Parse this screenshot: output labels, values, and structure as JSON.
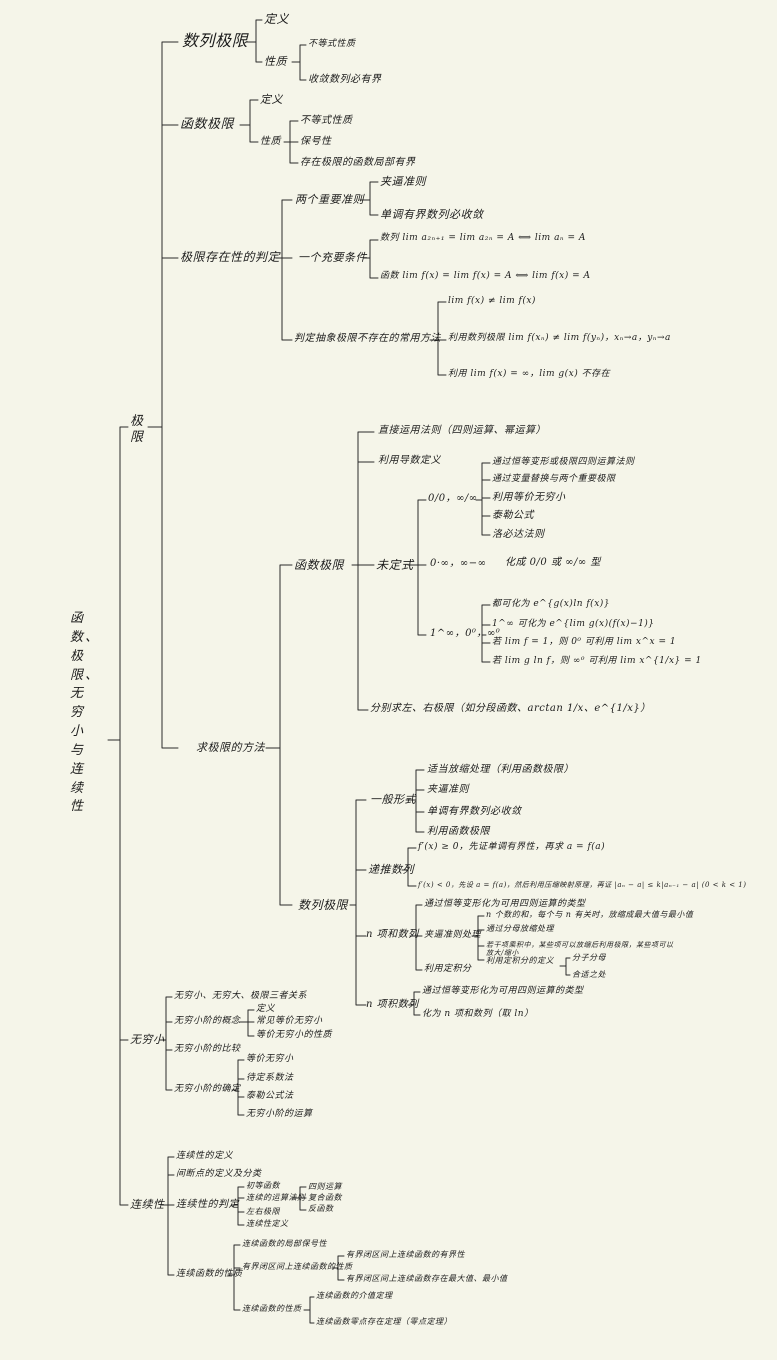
{
  "root": "函数、极限、无穷小与连续性",
  "nodes": {
    "limit": "极限",
    "seq_limit": "数列极限",
    "seq_def": "定义",
    "seq_prop": "性质",
    "seq_prop1": "不等式性质",
    "seq_prop2": "收敛数列必有界",
    "func_limit": "函数极限",
    "fl_def": "定义",
    "fl_prop": "性质",
    "fl_prop1": "不等式性质",
    "fl_prop2": "保号性",
    "fl_prop3": "存在极限的函数局部有界",
    "exist": "极限存在性的判定",
    "two_rules": "两个重要准则",
    "tr1": "夹逼准则",
    "tr2": "单调有界数列必收敛",
    "nec_suff": "一个充要条件",
    "ns_seq": "数列 lim a₂ₙ₊₁ = lim a₂ₙ = A ⟺ lim aₙ = A",
    "ns_func": "函数 lim f(x) = lim f(x) = A ⟺ lim f(x) = A",
    "nonexist": "判定抽象极限不存在的常用方法",
    "ne1": "lim f(x) ≠ lim f(x)",
    "ne2": "利用数列极限 lim f(xₙ) ≠ lim f(yₙ)，xₙ→a，yₙ→a",
    "ne3": "利用 lim f(x) = ∞，lim g(x) 不存在",
    "method": "求极限的方法",
    "fm": "函数极限",
    "fm1": "直接运用法则（四则运算、幂运算）",
    "fm2": "利用导数定义",
    "undet": "未定式",
    "zz": "0/0，∞/∞",
    "zz1": "通过恒等变形或极限四则运算法则",
    "zz2": "通过变量替换与两个重要极限",
    "zz3": "利用等价无穷小",
    "zz4": "泰勒公式",
    "zz5": "洛必达法则",
    "zi": "0·∞，∞−∞",
    "zi_note": "化成 0/0 或 ∞/∞ 型",
    "pw": "1^∞，0⁰，∞⁰",
    "pw1": "都可化为 e^{g(x)ln f(x)}",
    "pw2": "1^∞ 可化为 e^{lim g(x)(f(x)−1)}",
    "pw3": "若 lim f = 1，则 0⁰ 可利用 lim x^x = 1",
    "pw4": "若 lim g ln f，则 ∞⁰ 可利用 lim x^{1/x} = 1",
    "fm3": "分别求左、右极限（如分段函数、arctan 1/x、e^{1/x}）",
    "sm": "数列极限",
    "gen": "一般形式",
    "gen1": "适当放缩处理（利用函数极限）",
    "gen2": "夹逼准则",
    "gen3": "单调有界数列必收敛",
    "gen4": "利用函数极限",
    "rec": "递推数列",
    "rec1": "f′(x) ≥ 0，先证单调有界性，再求 a = f(a)",
    "rec2": "f′(x) < 0，先设 a = f(a)，然后利用压缩映射原理，再证 |aₙ − a| ≤ k|aₙ₋₁ − a| (0 < k < 1)",
    "nsum": "n 项和数列",
    "nsum1": "通过恒等变形化为可用四则运算的类型",
    "nsum2": "夹逼准则处理",
    "nsum2a": "n 个数的和，每个与 n 有关时，放缩成最大值与最小值",
    "nsum2b": "通过分母放缩处理",
    "nsum2c": "若干项乘积中，某些项可以放缩后利用极限，某些项可以放大/缩小",
    "nsum2d": "利用定积分的定义",
    "nsum2d1": "分子分母",
    "nsum2d2": "合适之处",
    "nsum3": "利用定积分",
    "nprod": "n 项积数列",
    "nprod1": "通过恒等变形化为可用四则运算的类型",
    "nprod2": "化为 n 项和数列（取 ln）",
    "inf": "无穷小",
    "inf1": "无穷小、无穷大、极限三者关系",
    "inf2": "无穷小阶的概念",
    "inf2a": "定义",
    "inf2b": "常见等价无穷小",
    "inf2c": "等价无穷小的性质",
    "inf3": "无穷小阶的比较",
    "inf4": "无穷小阶的确定",
    "inf4a": "等价无穷小",
    "inf4b": "待定系数法",
    "inf4c": "泰勒公式法",
    "inf4d": "无穷小阶的运算",
    "cont": "连续性",
    "c1": "连续性的定义",
    "c2": "间断点的定义及分类",
    "c3": "连续性的判定",
    "c3a": "初等函数",
    "c3b": "连续的运算法则",
    "c3b1": "四则运算",
    "c3b2": "复合函数",
    "c3b3": "反函数",
    "c3c": "左右极限",
    "c3d": "连续性定义",
    "c4": "连续函数的性质",
    "c4a": "连续函数的局部保号性",
    "c4b": "有界闭区间上连续函数的性质",
    "c4b1": "有界闭区间上连续函数的有界性",
    "c4b2": "有界闭区间上连续函数存在最大值、最小值",
    "c4c": "连续函数的性质",
    "c4c1": "连续函数的介值定理",
    "c4c2": "连续函数零点存在定理（零点定理）"
  }
}
